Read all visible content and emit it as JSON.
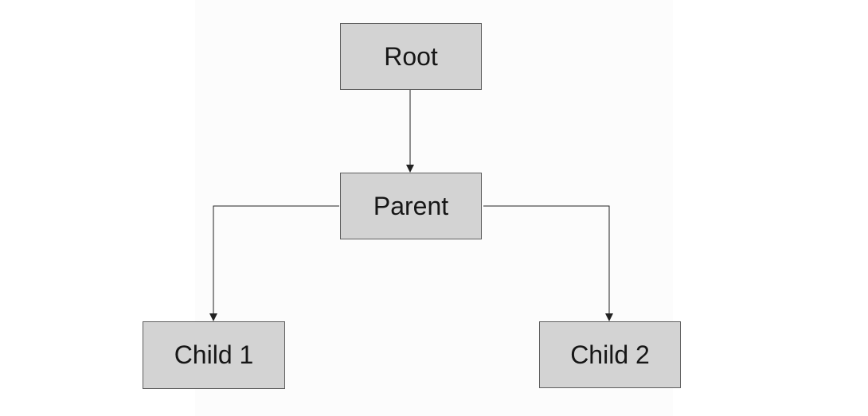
{
  "diagram": {
    "nodes": [
      {
        "id": "root",
        "label": "Root"
      },
      {
        "id": "parent",
        "label": "Parent"
      },
      {
        "id": "child1",
        "label": "Child 1"
      },
      {
        "id": "child2",
        "label": "Child 2"
      }
    ],
    "edges": [
      {
        "from": "root",
        "to": "parent"
      },
      {
        "from": "parent",
        "to": "child1"
      },
      {
        "from": "parent",
        "to": "child2"
      }
    ],
    "colors": {
      "node_fill": "#d3d3d3",
      "node_border": "#5e5e5e",
      "line": "#222222",
      "text": "#161616"
    }
  }
}
